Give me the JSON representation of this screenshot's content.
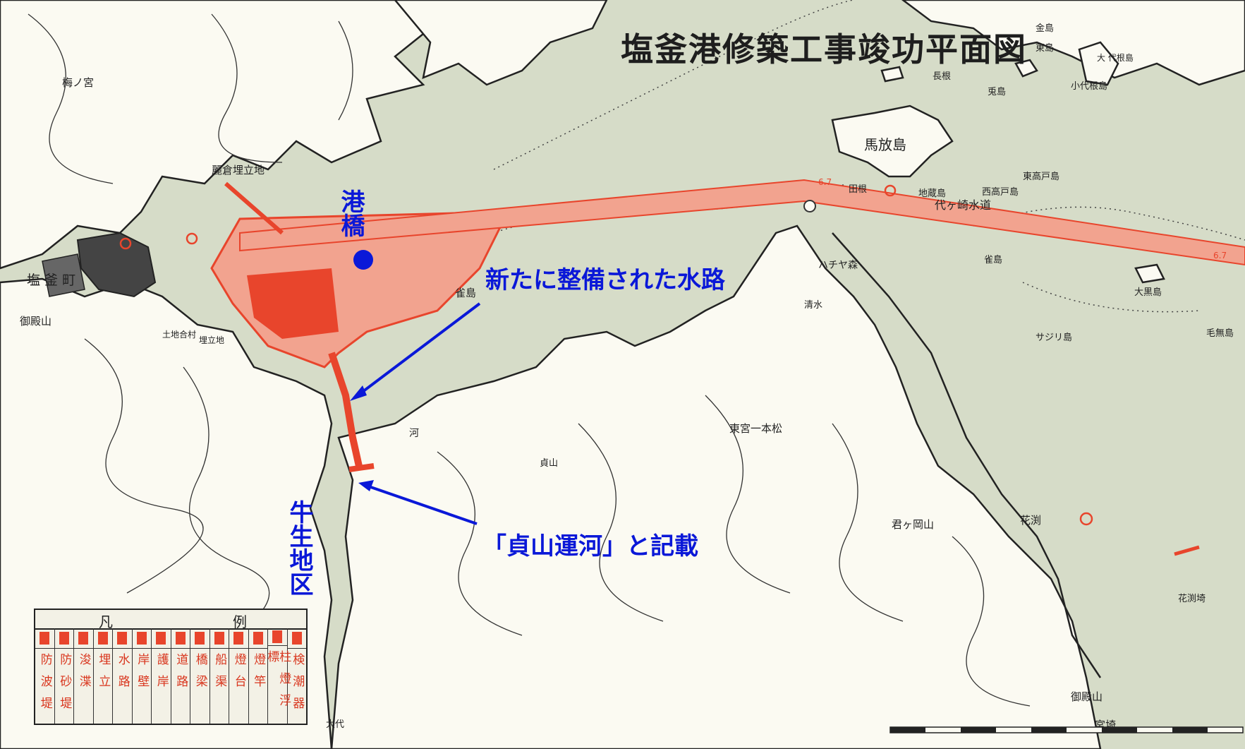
{
  "title": "塩釜港修築工事竣功平面図",
  "annotations": {
    "port_bridge": "港橋",
    "new_waterway": "新たに整備された水路",
    "teizan_canal": "「貞山運河」と記載",
    "ushio_district": "牛生地区"
  },
  "places": {
    "umenomiya": "梅ノ宮",
    "shiogama_town": "塩 釜 町",
    "gotenyama_w": "御殿山",
    "kuratsumi": "麗倉埋立地",
    "tochigomu": "土地合村",
    "umetate": "埋立地",
    "suzume_jima": "雀島",
    "kaneshima": "金島",
    "higashijima": "東島",
    "naganen": "長根",
    "usagijima": "兎島",
    "okunejima": "大 代根島",
    "komonejima": "小代根島",
    "mahanashijima": "馬放島",
    "tane": "田根",
    "jizojima": "地蔵島",
    "higashitakado": "東高戸島",
    "nishitakado": "西高戸島",
    "yogasaki": "代ヶ崎水道",
    "hachiyamori": "ハチヤ森",
    "shimizu": "清水",
    "suzume2": "雀島",
    "okurojima": "大黒島",
    "kemushi": "毛無島",
    "sazarijima": "サジリ島",
    "higashimiya": "東宮一本松",
    "sadayama": "貞山",
    "kimigaoka": "君ヶ岡山",
    "hanabuchi": "花渕",
    "hanabuchizaki": "花渕埼",
    "gotenyama_e": "御殿山",
    "miyasaki": "宮埼",
    "taishiro": "大代",
    "kawa": "河",
    "channel_depth": "6.7"
  },
  "legend": {
    "header_left": "凡",
    "header_right": "例",
    "items": [
      {
        "label": "防波堤",
        "color": "#e8452c"
      },
      {
        "label": "防砂堤",
        "color": "#e8452c"
      },
      {
        "label": "浚渫",
        "color": "#e8452c"
      },
      {
        "label": "埋立",
        "color": "#e8452c"
      },
      {
        "label": "水路",
        "color": "#e8452c"
      },
      {
        "label": "岸壁",
        "color": "#e8452c"
      },
      {
        "label": "護岸",
        "color": "#e8452c"
      },
      {
        "label": "道路",
        "color": "#e8452c"
      },
      {
        "label": "橋梁",
        "color": "#e8452c"
      },
      {
        "label": "船渠",
        "color": "#e8452c"
      },
      {
        "label": "燈台",
        "color": "#e8452c"
      },
      {
        "label": "燈竿",
        "color": "#e8452c"
      },
      {
        "label": "柱燈浮標",
        "color": "#e8452c"
      },
      {
        "label": "検潮器",
        "color": "#e8452c"
      }
    ]
  },
  "colors": {
    "sea": "#d6dcc8",
    "land": "#fbfaf2",
    "construction": "#e8452c",
    "annotation": "#0a18d8"
  }
}
